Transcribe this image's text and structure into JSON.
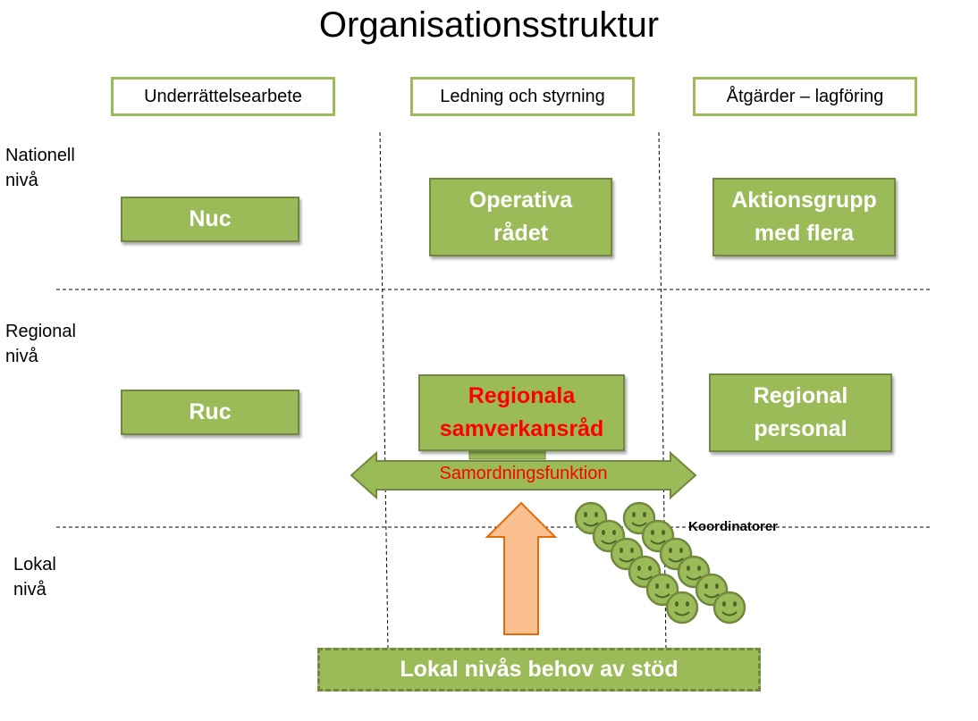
{
  "title": "Organisationsstruktur",
  "columns": [
    "Underrättelsearbete",
    "Ledning och styrning",
    "Åtgärder – lagföring"
  ],
  "levels": {
    "national": [
      "Nationell",
      "nivå"
    ],
    "regional": [
      "Regional",
      "nivå"
    ],
    "local": [
      "Lokal",
      "nivå"
    ]
  },
  "boxes": {
    "nuc": "Nuc",
    "operativa": [
      "Operativa",
      "rådet"
    ],
    "aktionsgrupp": [
      "Aktionsgrupp",
      "med flera"
    ],
    "ruc": "Ruc",
    "samverkansrad": [
      "Regionala",
      "samverkansråd"
    ],
    "regional_personal": [
      "Regional",
      "personal"
    ]
  },
  "arrow_label": "Samordningsfunktion",
  "koordinatorer": "Koordinatorer",
  "bottom": "Lokal nivås behov av stöd",
  "colors": {
    "green_fill": "#9bbb59",
    "green_border": "#71893f",
    "red_text": "#ff0000",
    "up_arrow_fill": "#fac090",
    "up_arrow_border": "#e46c0a"
  }
}
